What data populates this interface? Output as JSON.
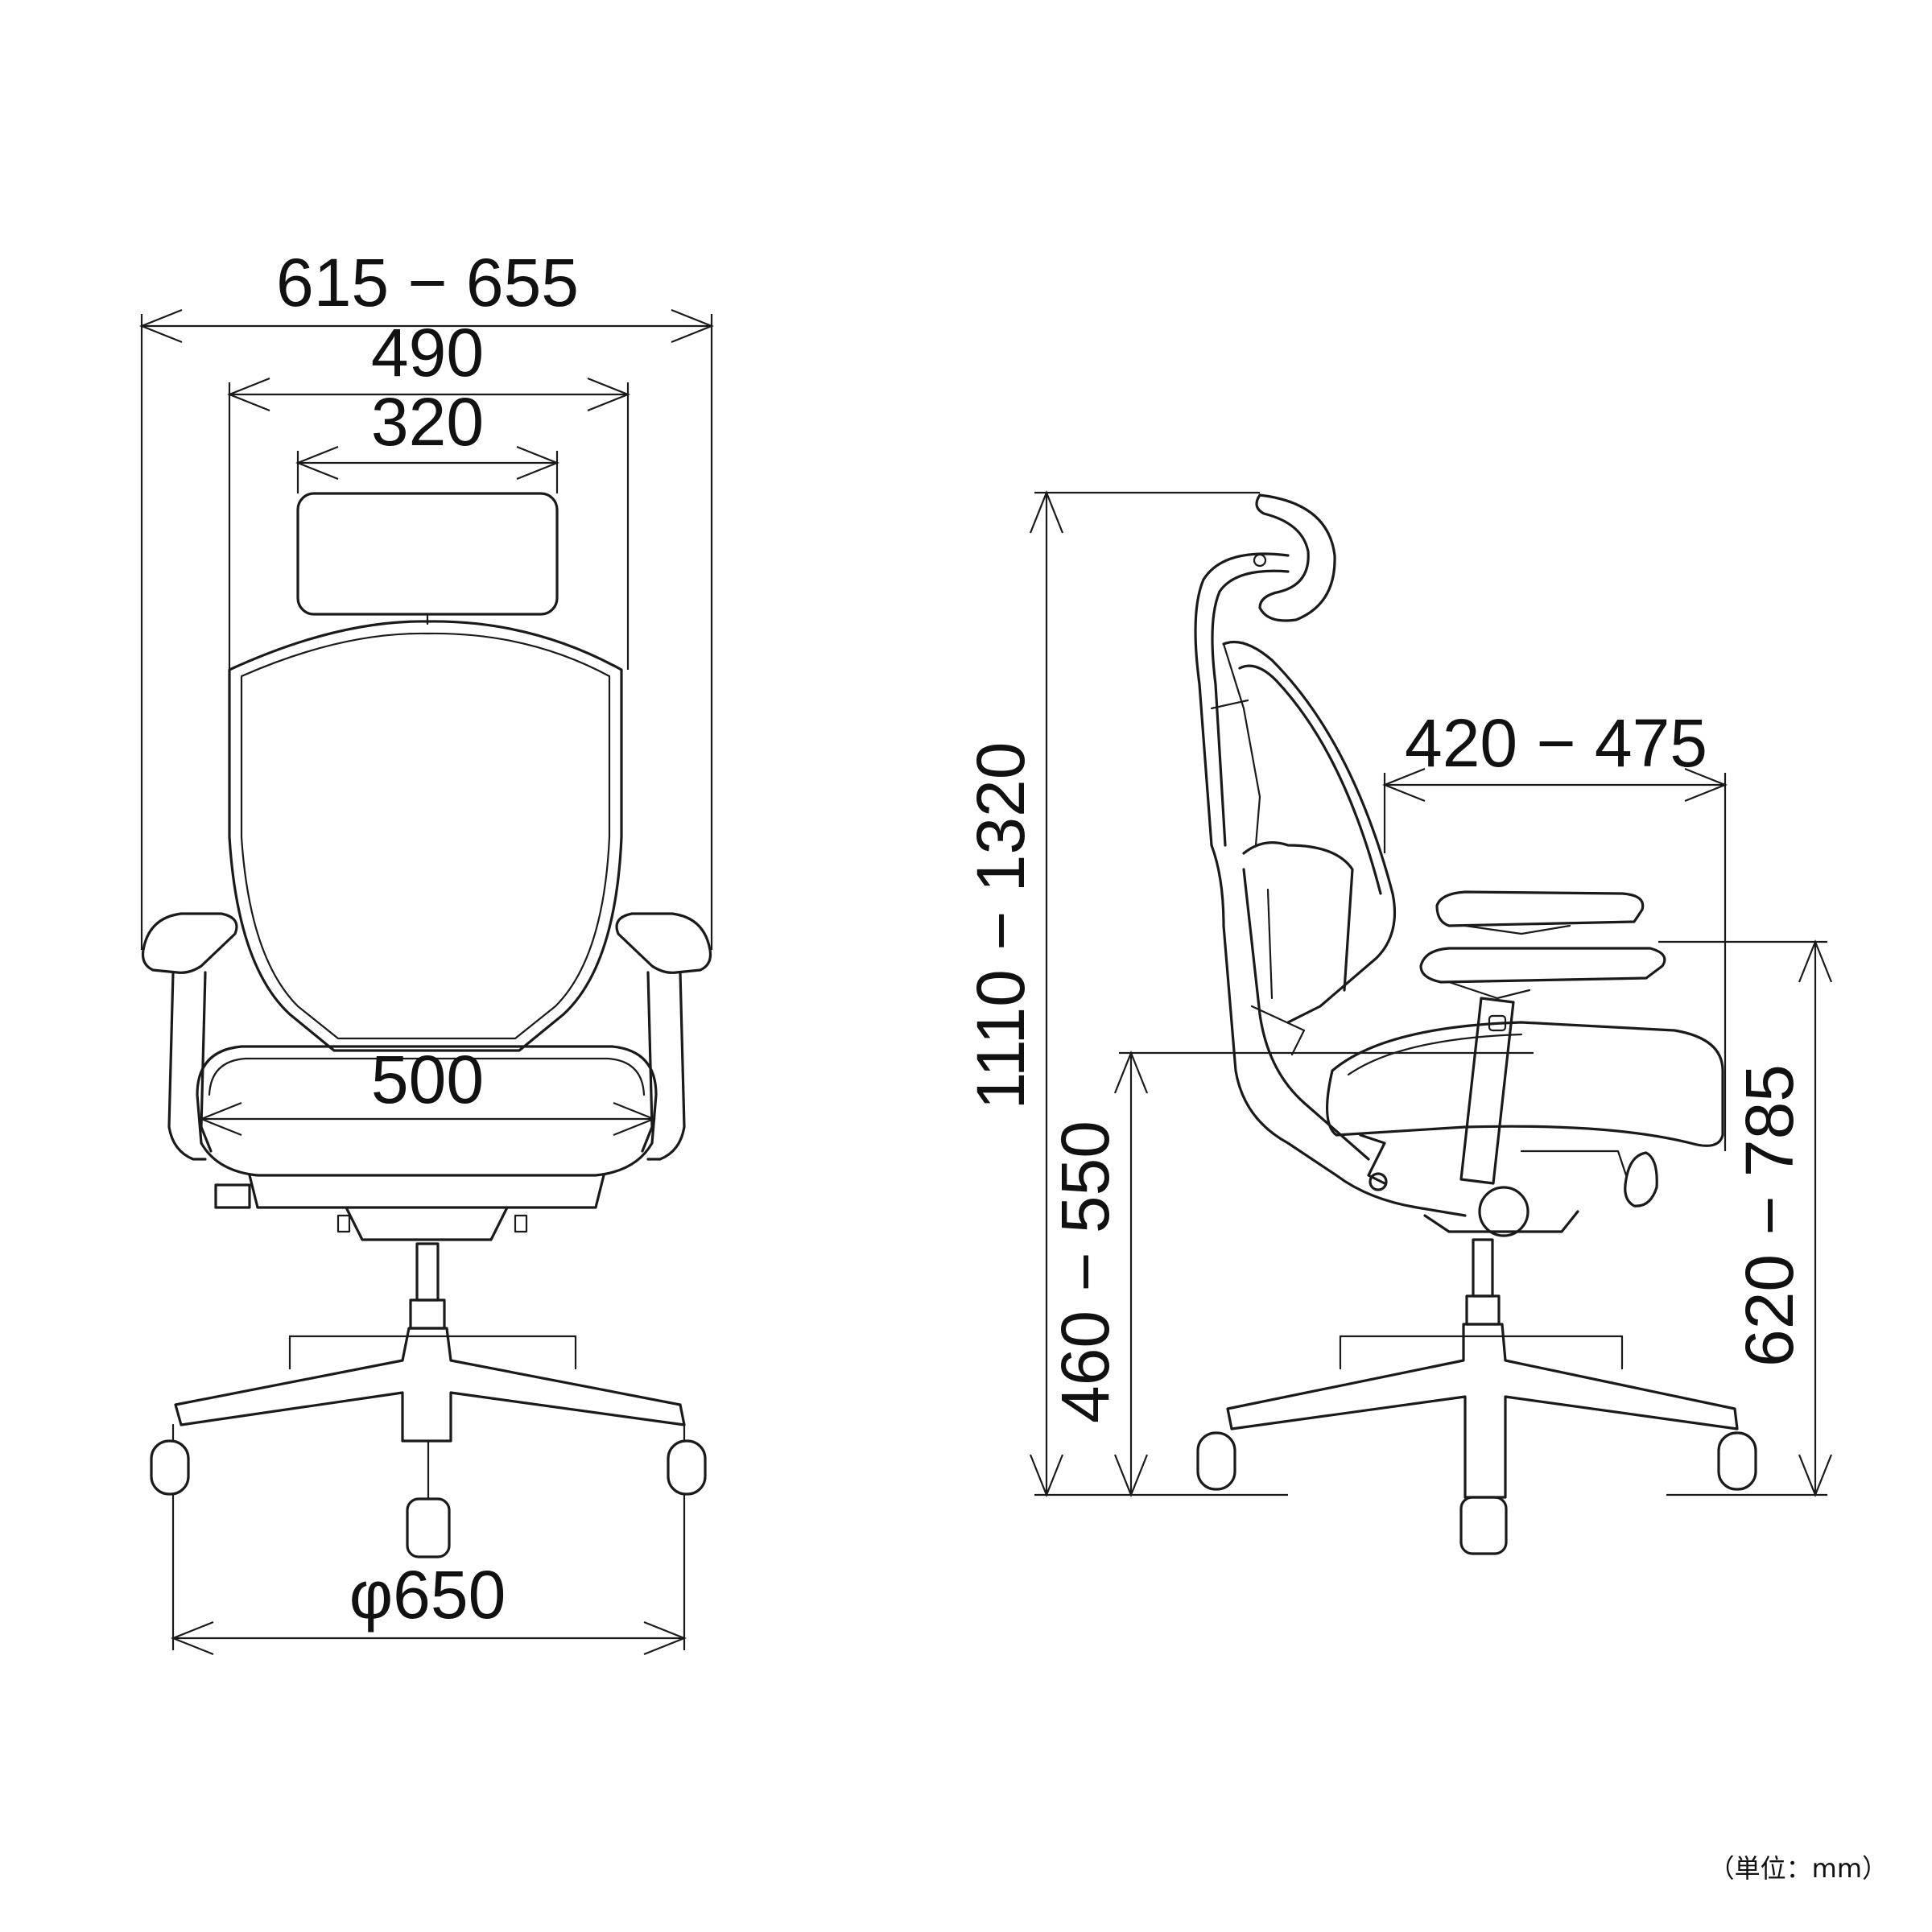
{
  "dimensions": {
    "overall_width": "615 − 655",
    "back_width": "490",
    "headrest_width": "320",
    "seat_width": "500",
    "base_diameter": "φ650",
    "overall_height": "1110 − 1320",
    "seat_height": "460 − 550",
    "seat_depth": "420 − 475",
    "armrest_height": "620 − 785"
  },
  "unit_note": "（単位：mm）"
}
